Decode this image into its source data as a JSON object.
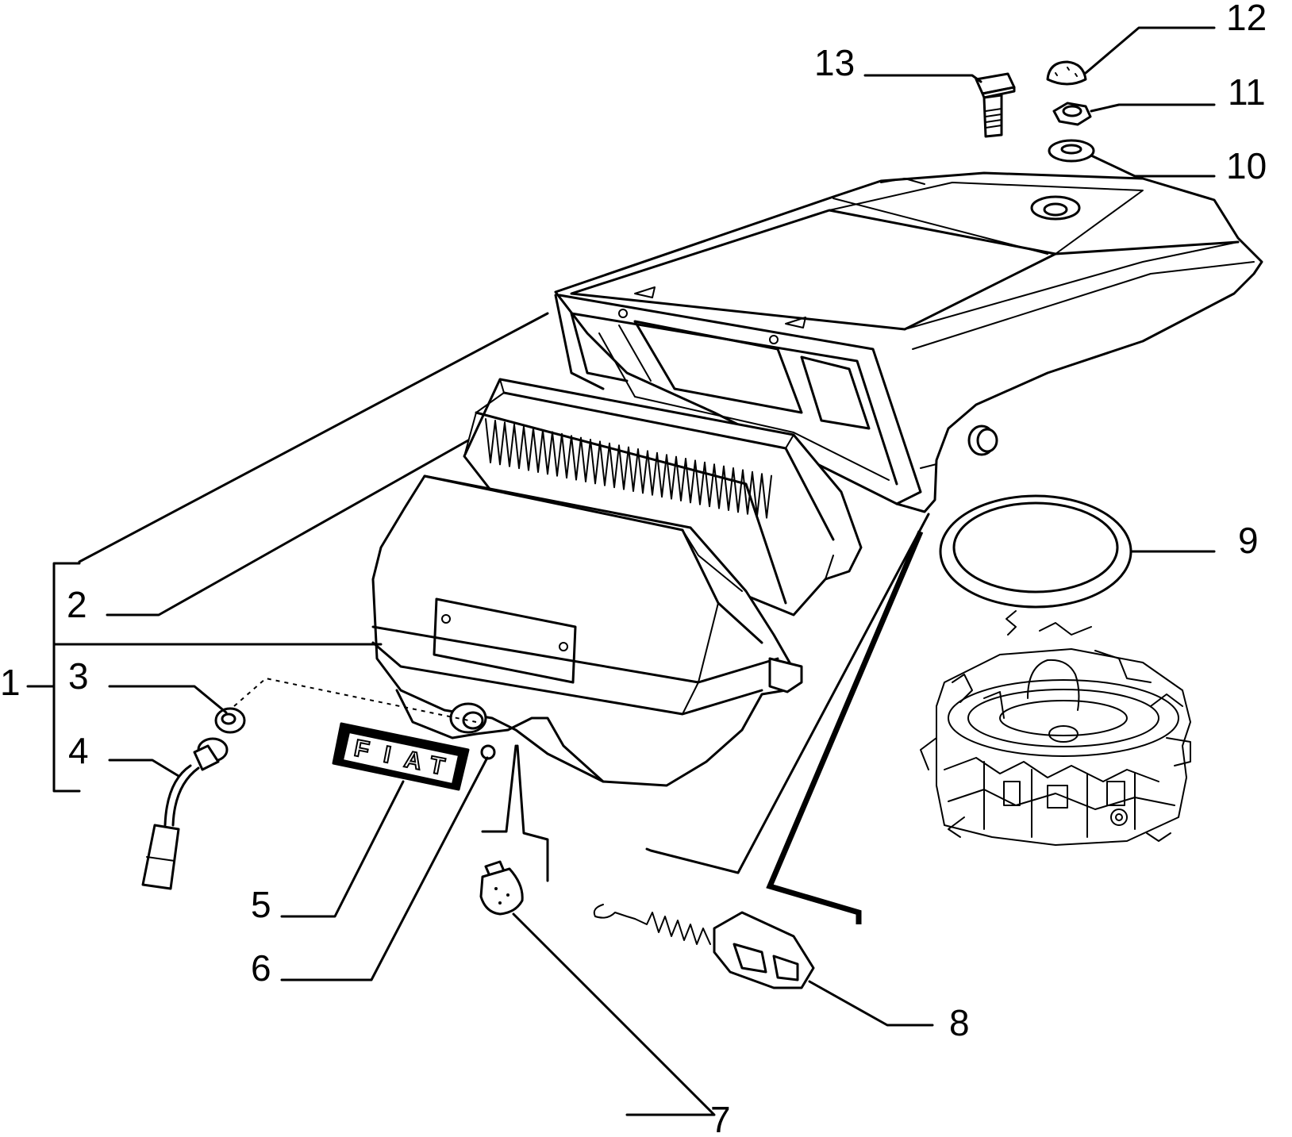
{
  "diagram": {
    "badge_text": [
      "F",
      "I",
      "A",
      "T"
    ],
    "callouts": [
      {
        "id": "c1",
        "label": "1"
      },
      {
        "id": "c2",
        "label": "2"
      },
      {
        "id": "c3",
        "label": "3"
      },
      {
        "id": "c4",
        "label": "4"
      },
      {
        "id": "c5",
        "label": "5"
      },
      {
        "id": "c6",
        "label": "6"
      },
      {
        "id": "c7",
        "label": "7"
      },
      {
        "id": "c8",
        "label": "8"
      },
      {
        "id": "c9",
        "label": "9"
      },
      {
        "id": "c10",
        "label": "10"
      },
      {
        "id": "c11",
        "label": "11"
      },
      {
        "id": "c12",
        "label": "12"
      },
      {
        "id": "c13",
        "label": "13"
      }
    ]
  }
}
